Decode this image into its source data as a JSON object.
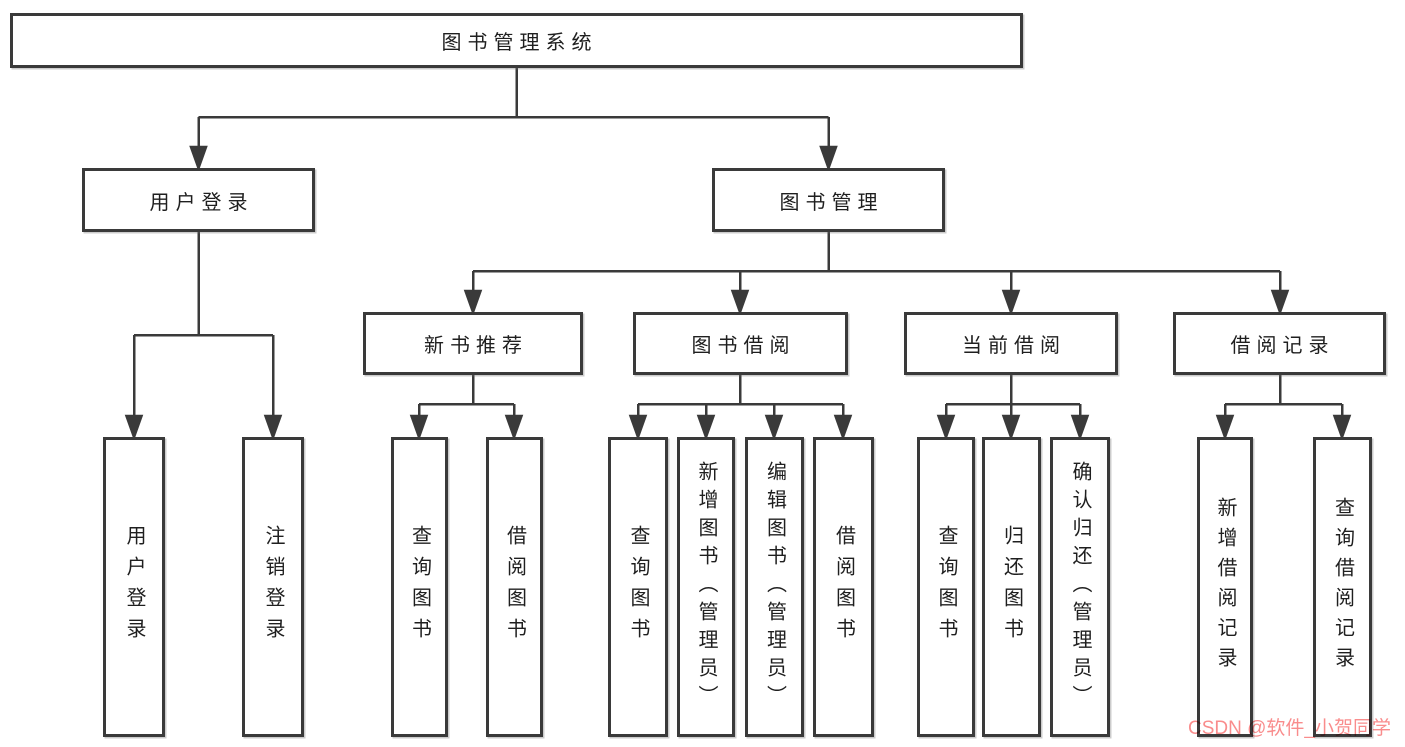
{
  "diagram_title": "图书管理系统",
  "tree": {
    "root": {
      "label": "图书管理系统"
    },
    "children": [
      {
        "label": "用户登录",
        "children": [
          {
            "label": "用户登录"
          },
          {
            "label": "注销登录"
          }
        ]
      },
      {
        "label": "图书管理",
        "children": [
          {
            "label": "新书推荐",
            "children": [
              {
                "label": "查询图书"
              },
              {
                "label": "借阅图书"
              }
            ]
          },
          {
            "label": "图书借阅",
            "children": [
              {
                "label": "查询图书"
              },
              {
                "label": "新增图书（管理员）"
              },
              {
                "label": "编辑图书（管理员）"
              },
              {
                "label": "借阅图书"
              }
            ]
          },
          {
            "label": "当前借阅",
            "children": [
              {
                "label": "查询图书"
              },
              {
                "label": "归还图书"
              },
              {
                "label": "确认归还（管理员）"
              }
            ]
          },
          {
            "label": "借阅记录",
            "children": [
              {
                "label": "新增借阅记录"
              },
              {
                "label": "查询借阅记录"
              }
            ]
          }
        ]
      }
    ]
  },
  "watermark": {
    "text": "CSDN @软件_小贺同学",
    "color": "#f87878"
  },
  "colors": {
    "line": "#3a3a3a",
    "box_border": "#3a3a3a",
    "box_fill": "#ffffff",
    "background": "#ffffff",
    "text": "#1f1f1f"
  }
}
